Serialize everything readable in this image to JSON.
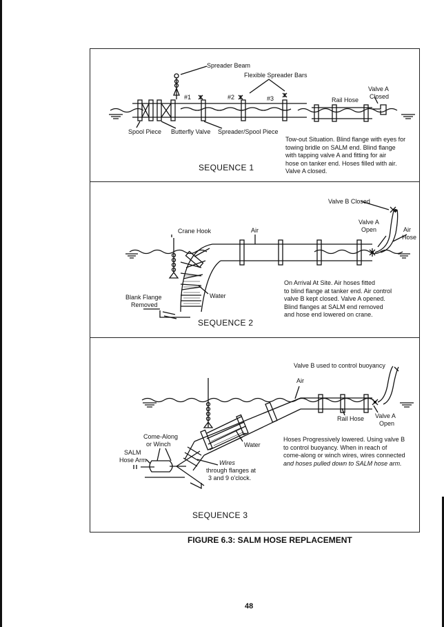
{
  "figure": {
    "caption": "FIGURE 6.3: SALM HOSE REPLACEMENT",
    "page_number": "48"
  },
  "sequence1": {
    "title": "SEQUENCE 1",
    "labels": {
      "spreader_beam": "Spreader Beam",
      "flexible_spreader_bars": "Flexible Spreader Bars",
      "bar1": "#1",
      "bar2": "#2",
      "bar3": "#3",
      "rail_hose": "Rail Hose",
      "valve_a": "Valve A",
      "closed": "Closed",
      "spool_piece": "Spool Piece",
      "butterfly_valve": "Butterfly Valve",
      "spreader_spool_piece": "Spreader/Spool Piece"
    },
    "description": [
      "Tow-out Situation. Blind flange with eyes for",
      "towing bridle on SALM end. Blind flange",
      "with tapping valve A and fitting for air",
      "hose on tanker end. Hoses filled with air.",
      "Valve A closed."
    ]
  },
  "sequence2": {
    "title": "SEQUENCE 2",
    "labels": {
      "valve_b_closed": "Valve B Closed",
      "valve_a": "Valve A",
      "open": "Open",
      "air_hose_1": "Air",
      "air_hose_2": "Hose",
      "crane_hook": "Crane Hook",
      "air": "Air",
      "water": "Water",
      "blank_flange_1": "Blank Flange",
      "blank_flange_2": "Removed"
    },
    "description": [
      "On Arrival At Site. Air hoses fitted",
      "to blind flange at tanker end. Air control",
      "valve B kept closed. Valve A opened.",
      "Blind flanges at SALM end removed",
      "and hose end lowered on crane."
    ]
  },
  "sequence3": {
    "title": "SEQUENCE 3",
    "labels": {
      "valve_b_buoyancy": "Valve B used to control buoyancy",
      "air": "Air",
      "rail_hose": "Rail Hose",
      "valve_a": "Valve A",
      "open": "Open",
      "water": "Water",
      "come_along_1": "Come-Along",
      "come_along_2": "or Winch",
      "salm_1": "SALM",
      "salm_2": "Hose Arm",
      "wires_1": "Wires",
      "wires_2": "through flanges at",
      "wires_3": "3 and 9 o'clock."
    },
    "description": [
      "Hoses Progressively lowered. Using valve B",
      "to control buoyancy. When in reach of",
      "come-along or winch wires, wires connected",
      "and hoses pulled down to SALM hose arm."
    ]
  }
}
